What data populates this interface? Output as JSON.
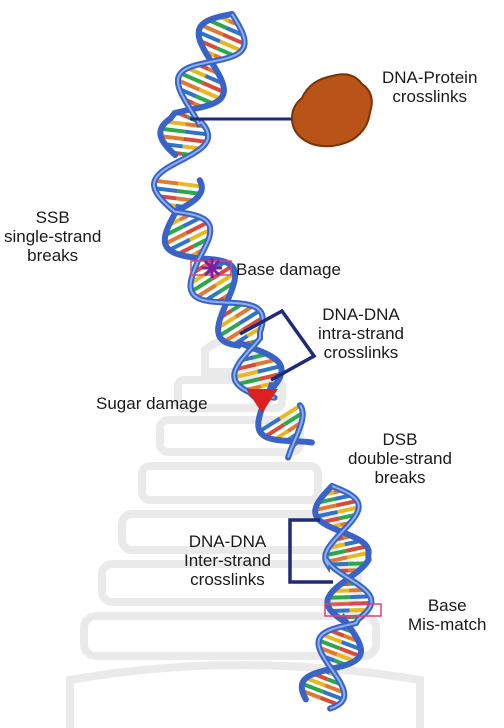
{
  "labels": {
    "dna_protein": [
      "DNA-Protein",
      "crosslinks"
    ],
    "ssb": [
      "SSB",
      "single-strand",
      "breaks"
    ],
    "base_damage": "Base damage",
    "intra_strand": [
      "DNA-DNA",
      "intra-strand",
      "crosslinks"
    ],
    "sugar_damage": "Sugar damage",
    "dsb": [
      "DSB",
      "double-strand",
      "breaks"
    ],
    "inter_strand": [
      "DNA-DNA",
      "Inter-strand",
      "crosslinks"
    ],
    "mismatch": [
      "Base",
      "Mis-match"
    ]
  },
  "colors": {
    "backbone": "#3a63c8",
    "backbone_light": "#8fb0ee",
    "base_pair": [
      "#e8b820",
      "#2aa84a",
      "#e07a30",
      "#2f74c8",
      "#d84a3a"
    ],
    "protein": "#b85418",
    "protein_dark": "#7a3208",
    "bracket": "#1f2a7a",
    "marker_purple": "#7a1fa0",
    "marker_pink": "#e0407a",
    "sugar_marker": "#e02020",
    "watermark": "#d8d8d8"
  }
}
